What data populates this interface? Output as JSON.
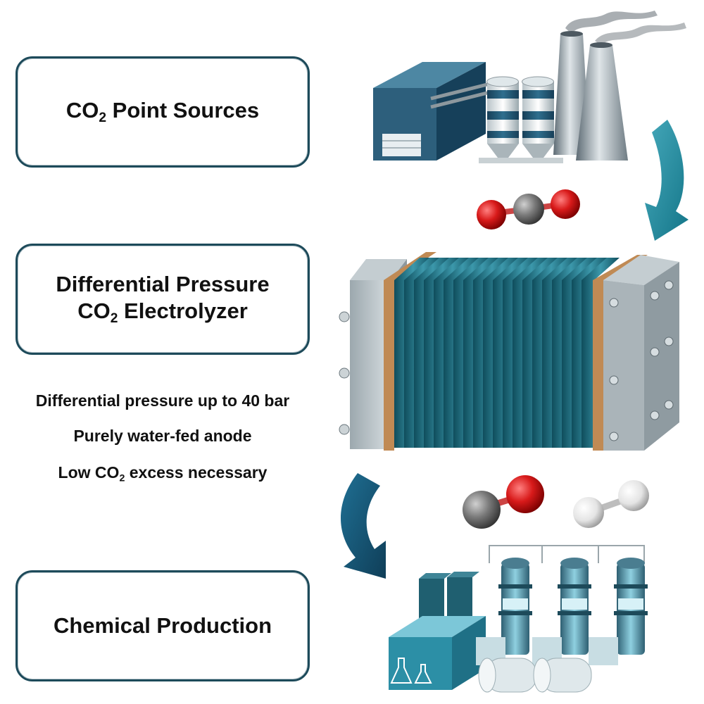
{
  "boxes": {
    "sources": {
      "pre": "CO",
      "sub": "2",
      "post": " Point Sources"
    },
    "electrolyzer": {
      "line1": "Differential Pressure",
      "line2_pre": "CO",
      "line2_sub": "2",
      "line2_post": " Electrolyzer"
    },
    "production": {
      "label": "Chemical Production"
    }
  },
  "features": {
    "f1": "Differential pressure up to 40 bar",
    "f2": "Purely water-fed anode",
    "f3_pre": "Low CO",
    "f3_sub": "2",
    "f3_post": " excess necessary"
  },
  "colors": {
    "box_border": "#1d4a5a",
    "arrow_teal": "#1e8a9e",
    "arrow_dark": "#1a5878",
    "oxygen": "#d81a1a",
    "carbon": "#7a7a7a",
    "hydrogen": "#e8e8e8",
    "plate": "#1f6878",
    "gasket": "#c08a54"
  }
}
